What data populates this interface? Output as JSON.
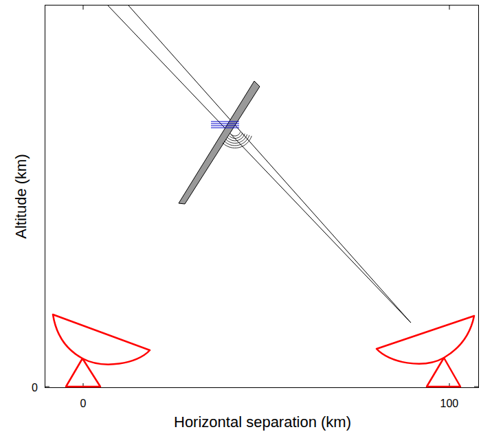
{
  "diagram": {
    "labels": [
      "Altitude (km)",
      "Horizontal separation (km)",
      "0",
      "0",
      "100"
    ]
  }
}
